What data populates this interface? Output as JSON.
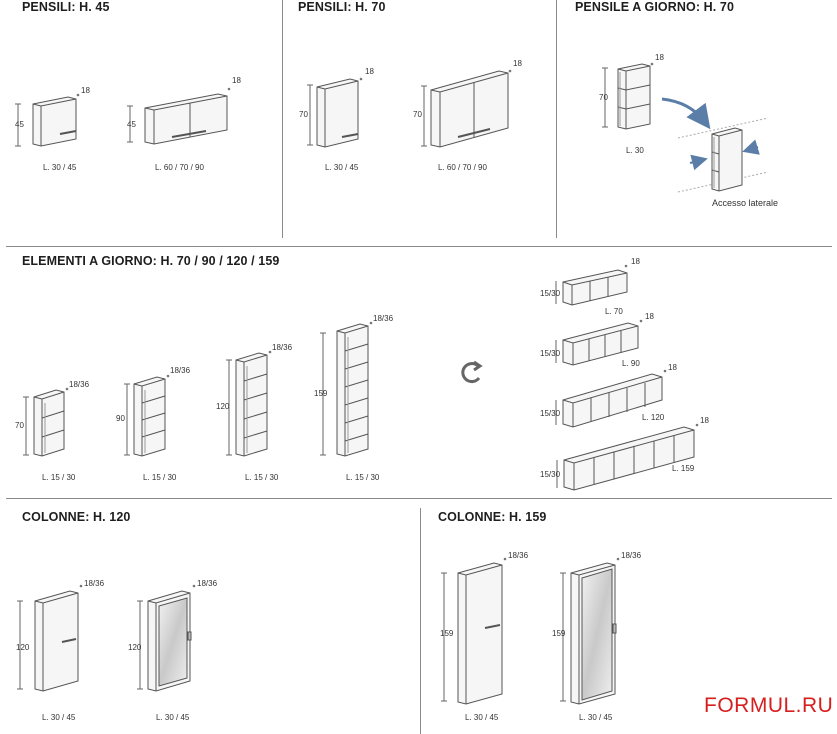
{
  "sections": {
    "pensili_45": {
      "title": "PENSILI: H. 45",
      "items": [
        {
          "height": "45",
          "depth": "18",
          "width": "L. 30 / 45"
        },
        {
          "height": "45",
          "depth": "18",
          "width": "L. 60 / 70 / 90"
        }
      ]
    },
    "pensili_70": {
      "title": "PENSILI: H. 70",
      "items": [
        {
          "height": "70",
          "depth": "18",
          "width": "L. 30 / 45"
        },
        {
          "height": "70",
          "depth": "18",
          "width": "L. 60 / 70 / 90"
        }
      ]
    },
    "pensile_giorno": {
      "title": "PENSILE A GIORNO: H. 70",
      "height": "70",
      "depth": "18",
      "width": "L. 30",
      "note": "Accesso laterale"
    },
    "elementi": {
      "title": "ELEMENTI A GIORNO: H. 70 / 90 / 120 / 159",
      "vertical": [
        {
          "height": "70",
          "depth": "18/36",
          "width": "L. 15 / 30"
        },
        {
          "height": "90",
          "depth": "18/36",
          "width": "L. 15 / 30"
        },
        {
          "height": "120",
          "depth": "18/36",
          "width": "L. 15 / 30"
        },
        {
          "height": "159",
          "depth": "18/36",
          "width": "L. 15 / 30"
        }
      ],
      "horizontal": [
        {
          "height": "15/30",
          "depth": "18",
          "width": "L. 70"
        },
        {
          "height": "15/30",
          "depth": "18",
          "width": "L. 90"
        },
        {
          "height": "15/30",
          "depth": "18",
          "width": "L. 120"
        },
        {
          "height": "15/30",
          "depth": "18",
          "width": "L. 159"
        }
      ],
      "rotate_icon": "rotate-icon"
    },
    "colonne_120": {
      "title": "COLONNE: H. 120",
      "items": [
        {
          "height": "120",
          "depth": "18/36",
          "width": "L. 30 / 45"
        },
        {
          "height": "120",
          "depth": "18/36",
          "width": "L. 30 / 45"
        }
      ]
    },
    "colonne_159": {
      "title": "COLONNE: H. 159",
      "items": [
        {
          "height": "159",
          "depth": "18/36",
          "width": "L. 30 / 45"
        },
        {
          "height": "159",
          "depth": "18/36",
          "width": "L. 30 / 45"
        }
      ]
    }
  },
  "watermark": "FORMUL.RU",
  "colors": {
    "line": "#555555",
    "panel": "#f4f4f4",
    "divider": "#8a8a8a",
    "arrow": "#5a7ea8",
    "watermark": "#d61f1f"
  }
}
